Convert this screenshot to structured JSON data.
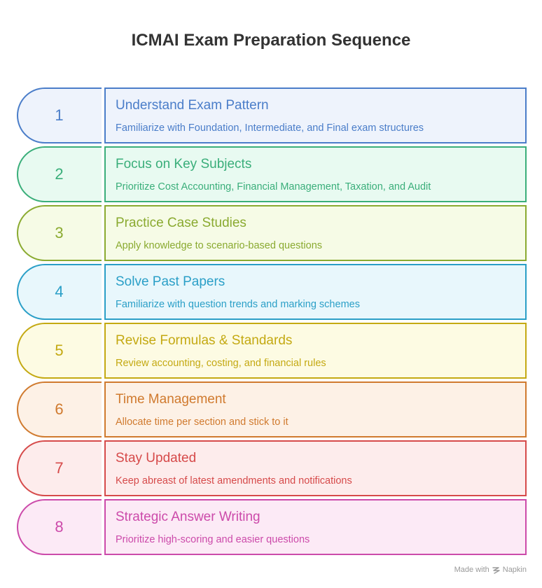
{
  "title": "ICMAI Exam Preparation Sequence",
  "steps": [
    {
      "number": "1",
      "title": "Understand Exam Pattern",
      "description": "Familiarize with Foundation, Intermediate, and Final exam structures",
      "color": "#4a7dc9",
      "fill": "#eef3fc"
    },
    {
      "number": "2",
      "title": "Focus on Key Subjects",
      "description": "Prioritize Cost Accounting, Financial Management, Taxation, and Audit",
      "color": "#3aae7a",
      "fill": "#e8faf1"
    },
    {
      "number": "3",
      "title": "Practice Case Studies",
      "description": "Apply knowledge to scenario-based questions",
      "color": "#8aaa30",
      "fill": "#f6fbe6"
    },
    {
      "number": "4",
      "title": "Solve Past Papers",
      "description": "Familiarize with question trends and marking schemes",
      "color": "#2a9fc7",
      "fill": "#e8f7fc"
    },
    {
      "number": "5",
      "title": "Revise Formulas & Standards",
      "description": "Review accounting, costing, and financial rules",
      "color": "#c4a912",
      "fill": "#fdfbe3"
    },
    {
      "number": "6",
      "title": "Time Management",
      "description": "Allocate time per section and stick to it",
      "color": "#d07a2e",
      "fill": "#fdf1e6"
    },
    {
      "number": "7",
      "title": "Stay Updated",
      "description": "Keep abreast of latest amendments and notifications",
      "color": "#d64a4a",
      "fill": "#fdecec"
    },
    {
      "number": "8",
      "title": "Strategic Answer Writing",
      "description": "Prioritize high-scoring and easier questions",
      "color": "#cc4aaa",
      "fill": "#fceaf6"
    }
  ],
  "credit": {
    "made_with": "Made with",
    "brand": "Napkin"
  }
}
